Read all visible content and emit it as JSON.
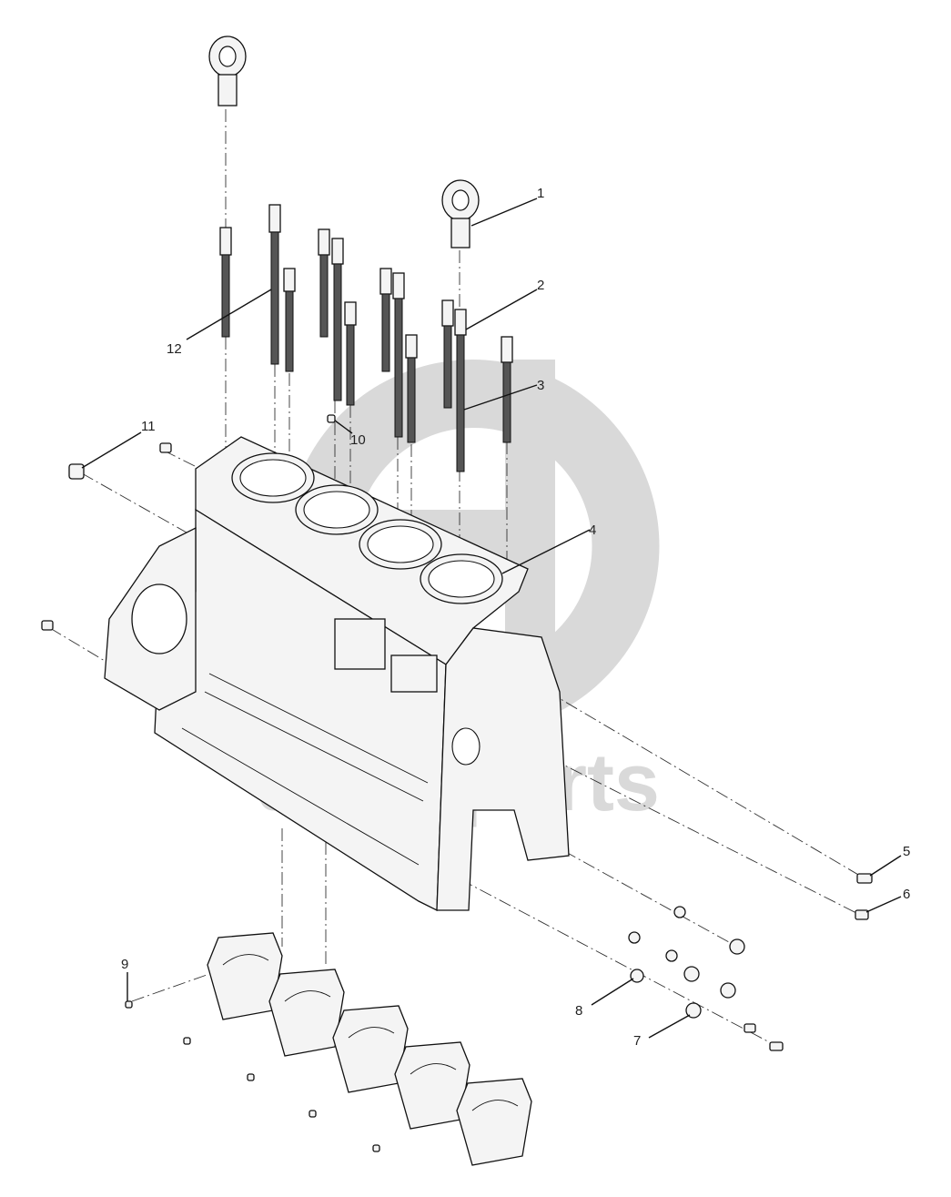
{
  "watermark": {
    "text": "d-t-a-parts",
    "color": "#d9d9d9"
  },
  "callouts": [
    {
      "number": "1"
    },
    {
      "number": "2"
    },
    {
      "number": "3"
    },
    {
      "number": "4"
    },
    {
      "number": "5"
    },
    {
      "number": "6"
    },
    {
      "number": "7"
    },
    {
      "number": "8"
    },
    {
      "number": "9"
    },
    {
      "number": "10"
    },
    {
      "number": "11"
    },
    {
      "number": "12"
    }
  ]
}
